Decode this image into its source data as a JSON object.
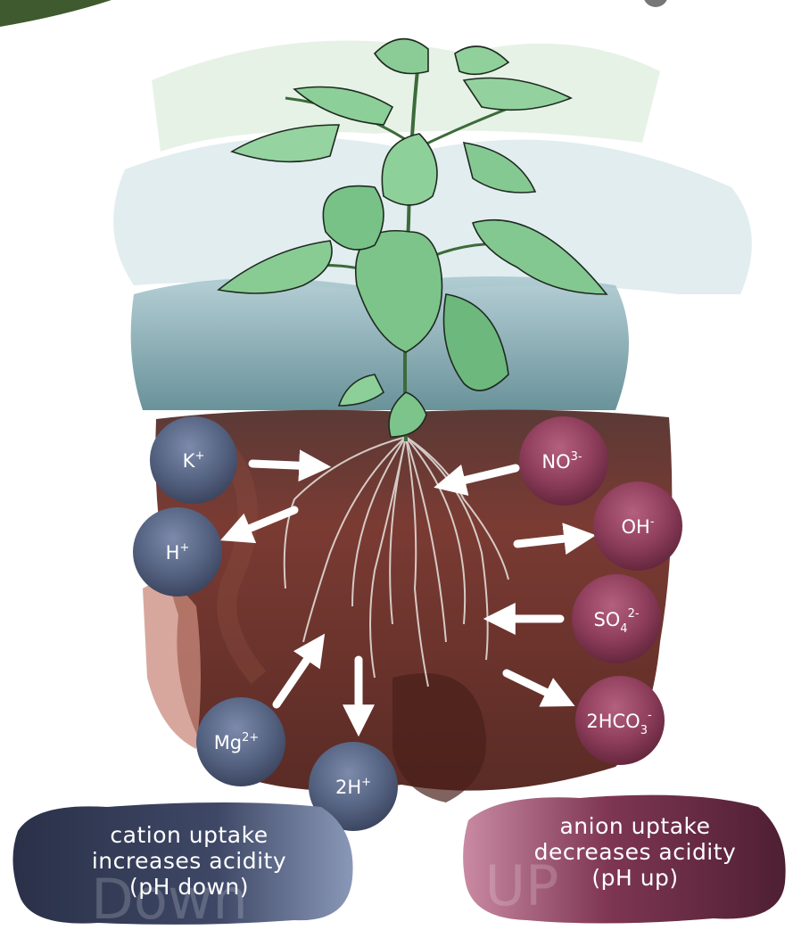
{
  "colors": {
    "cation": "#566483",
    "anion": "#8e3e5b",
    "soil": "#7a3b33",
    "leaf": "#7cc48a",
    "sky_wash": "#6f9fa6",
    "arrow": "#ffffff"
  },
  "cations": [
    {
      "symbol": "K",
      "charge": "+"
    },
    {
      "symbol": "H",
      "charge": "+"
    },
    {
      "symbol": "Mg",
      "charge": "2+"
    },
    {
      "symbol": "2H",
      "charge": "+"
    }
  ],
  "anions": [
    {
      "symbol": "NO",
      "charge": "3-"
    },
    {
      "symbol": "OH",
      "charge": "-"
    },
    {
      "symbol": "SO",
      "sub": "4",
      "charge": "2-"
    },
    {
      "symbol": "2HCO",
      "sub": "3",
      "charge": "-"
    }
  ],
  "banners": {
    "cation": {
      "lines": [
        "cation uptake",
        "increases acidity",
        "(pH down)"
      ],
      "ghost": "Down"
    },
    "anion": {
      "lines": [
        "anion uptake",
        "decreases acidity",
        "(pH up)"
      ],
      "ghost": "UP"
    }
  }
}
